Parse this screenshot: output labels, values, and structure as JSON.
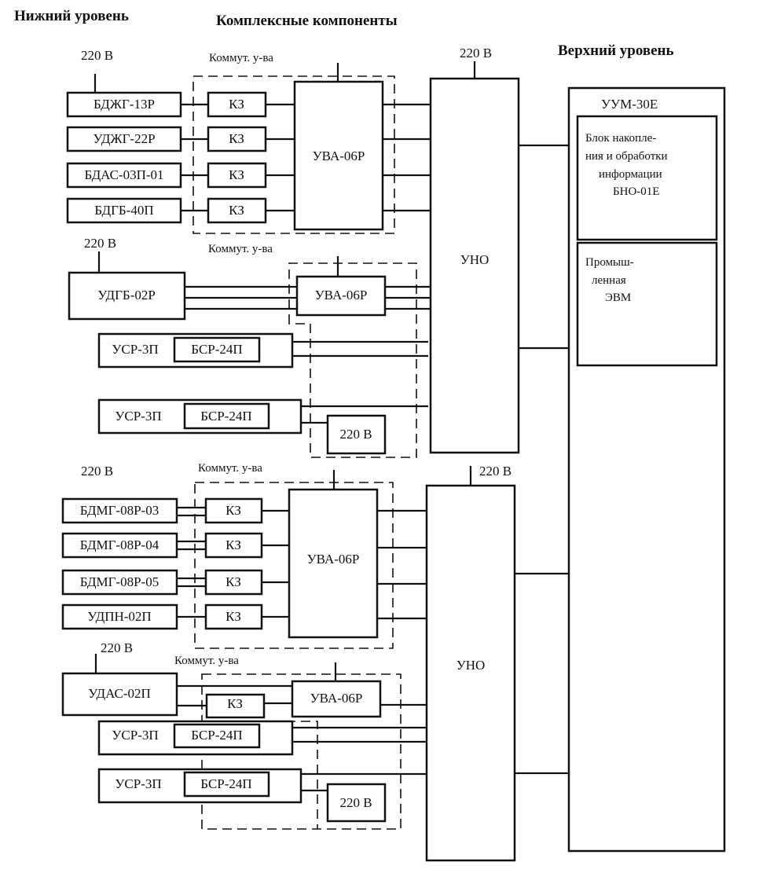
{
  "headings": {
    "lower": "Нижний уровень",
    "complex": "Комплексные компоненты",
    "upper": "Верхний уровень"
  },
  "power": "220 В",
  "switch_label": "Коммут. у-ва",
  "kz": "КЗ",
  "uva": "УВА-06Р",
  "uno": "УНО",
  "usr": "УСР-3П",
  "bsr": "БСР-24П",
  "group1": {
    "sensors": [
      "БДЖГ-13Р",
      "УДЖГ-22Р",
      "БДАС-03П-01",
      "БДГБ-40П"
    ]
  },
  "group2": {
    "sensor": "УДГБ-02Р"
  },
  "group3": {
    "sensors": [
      "БДМГ-08Р-03",
      "БДМГ-08Р-04",
      "БДМГ-08Р-05",
      "УДПН-02П"
    ]
  },
  "group4": {
    "sensor": "УДАС-02П"
  },
  "upper": {
    "title": "УУМ-30Е",
    "bno_lines": [
      "Блок накопле-",
      "ния и обработки",
      "информации",
      "БНО-01Е"
    ],
    "pc_lines": [
      "Промыш-",
      "ленная",
      "ЭВМ"
    ]
  }
}
